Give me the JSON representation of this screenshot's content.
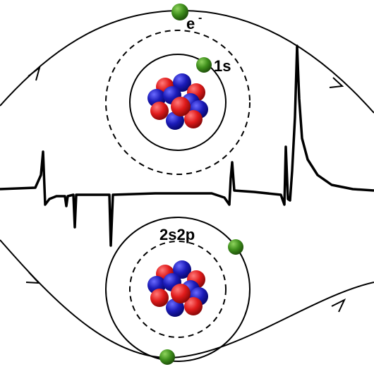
{
  "labels": {
    "electron": "e",
    "electron_charge": "-",
    "orbital_top": "1s",
    "orbital_bottom": "2s2p"
  },
  "colors": {
    "proton": "#e01b1b",
    "neutron": "#1b1bb8",
    "electron": "#2f7d12",
    "line": "#000000"
  },
  "icons": [
    "arrow-icon",
    "electron-icon",
    "nucleus-icon"
  ]
}
